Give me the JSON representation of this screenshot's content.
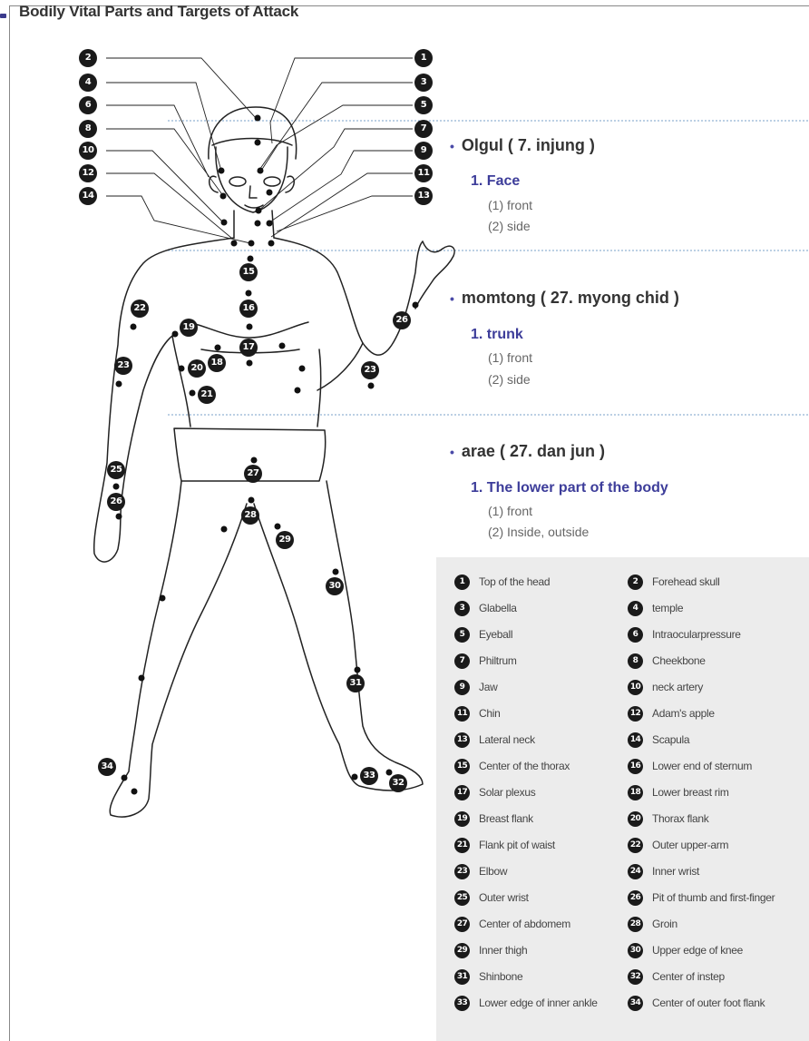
{
  "title": "Bodily Vital Parts and Targets of Attack",
  "sections": [
    {
      "heading": "Olgul ( 7. injung )",
      "sub": "1. Face",
      "items": [
        "(1) front",
        "(2) side"
      ]
    },
    {
      "heading": "momtong ( 27. myong chid )",
      "sub": "1. trunk",
      "items": [
        "(1) front",
        "(2) side"
      ]
    },
    {
      "heading": "arae ( 27. dan jun )",
      "sub": "1. The lower part of the body",
      "items": [
        "(1) front",
        "(2) Inside, outside"
      ]
    }
  ],
  "legend": [
    {
      "num": "1",
      "label": "Top of the head"
    },
    {
      "num": "2",
      "label": "Forehead skull"
    },
    {
      "num": "3",
      "label": "Glabella"
    },
    {
      "num": "4",
      "label": "temple"
    },
    {
      "num": "5",
      "label": "Eyeball"
    },
    {
      "num": "6",
      "label": "Intraocularpressure"
    },
    {
      "num": "7",
      "label": "Philtrum"
    },
    {
      "num": "8",
      "label": "Cheekbone"
    },
    {
      "num": "9",
      "label": "Jaw"
    },
    {
      "num": "10",
      "label": "neck artery"
    },
    {
      "num": "11",
      "label": "Chin"
    },
    {
      "num": "12",
      "label": "Adam's apple"
    },
    {
      "num": "13",
      "label": "Lateral neck"
    },
    {
      "num": "14",
      "label": "Scapula"
    },
    {
      "num": "15",
      "label": "Center of the thorax"
    },
    {
      "num": "16",
      "label": "Lower end of sternum"
    },
    {
      "num": "17",
      "label": "Solar plexus"
    },
    {
      "num": "18",
      "label": "Lower breast rim"
    },
    {
      "num": "19",
      "label": "Breast flank"
    },
    {
      "num": "20",
      "label": "Thorax flank"
    },
    {
      "num": "21",
      "label": "Flank pit of waist"
    },
    {
      "num": "22",
      "label": "Outer upper-arm"
    },
    {
      "num": "23",
      "label": "Elbow"
    },
    {
      "num": "24",
      "label": "Inner wrist"
    },
    {
      "num": "25",
      "label": "Outer wrist"
    },
    {
      "num": "26",
      "label": "Pit of thumb and first-finger"
    },
    {
      "num": "27",
      "label": "Center of abdomem"
    },
    {
      "num": "28",
      "label": "Groin"
    },
    {
      "num": "29",
      "label": "Inner thigh"
    },
    {
      "num": "30",
      "label": "Upper edge of knee"
    },
    {
      "num": "31",
      "label": "Shinbone"
    },
    {
      "num": "32",
      "label": "Center of instep"
    },
    {
      "num": "33",
      "label": "Lower edge of inner ankle"
    },
    {
      "num": "34",
      "label": "Center of outer foot flank"
    }
  ],
  "markers": [
    "1",
    "2",
    "3",
    "4",
    "5",
    "6",
    "7",
    "8",
    "9",
    "10",
    "11",
    "12",
    "13",
    "14",
    "15",
    "16",
    "17",
    "18",
    "19",
    "20",
    "21",
    "22",
    "23",
    "23",
    "25",
    "26",
    "26",
    "27",
    "28",
    "29",
    "30",
    "31",
    "32",
    "33",
    "34"
  ]
}
